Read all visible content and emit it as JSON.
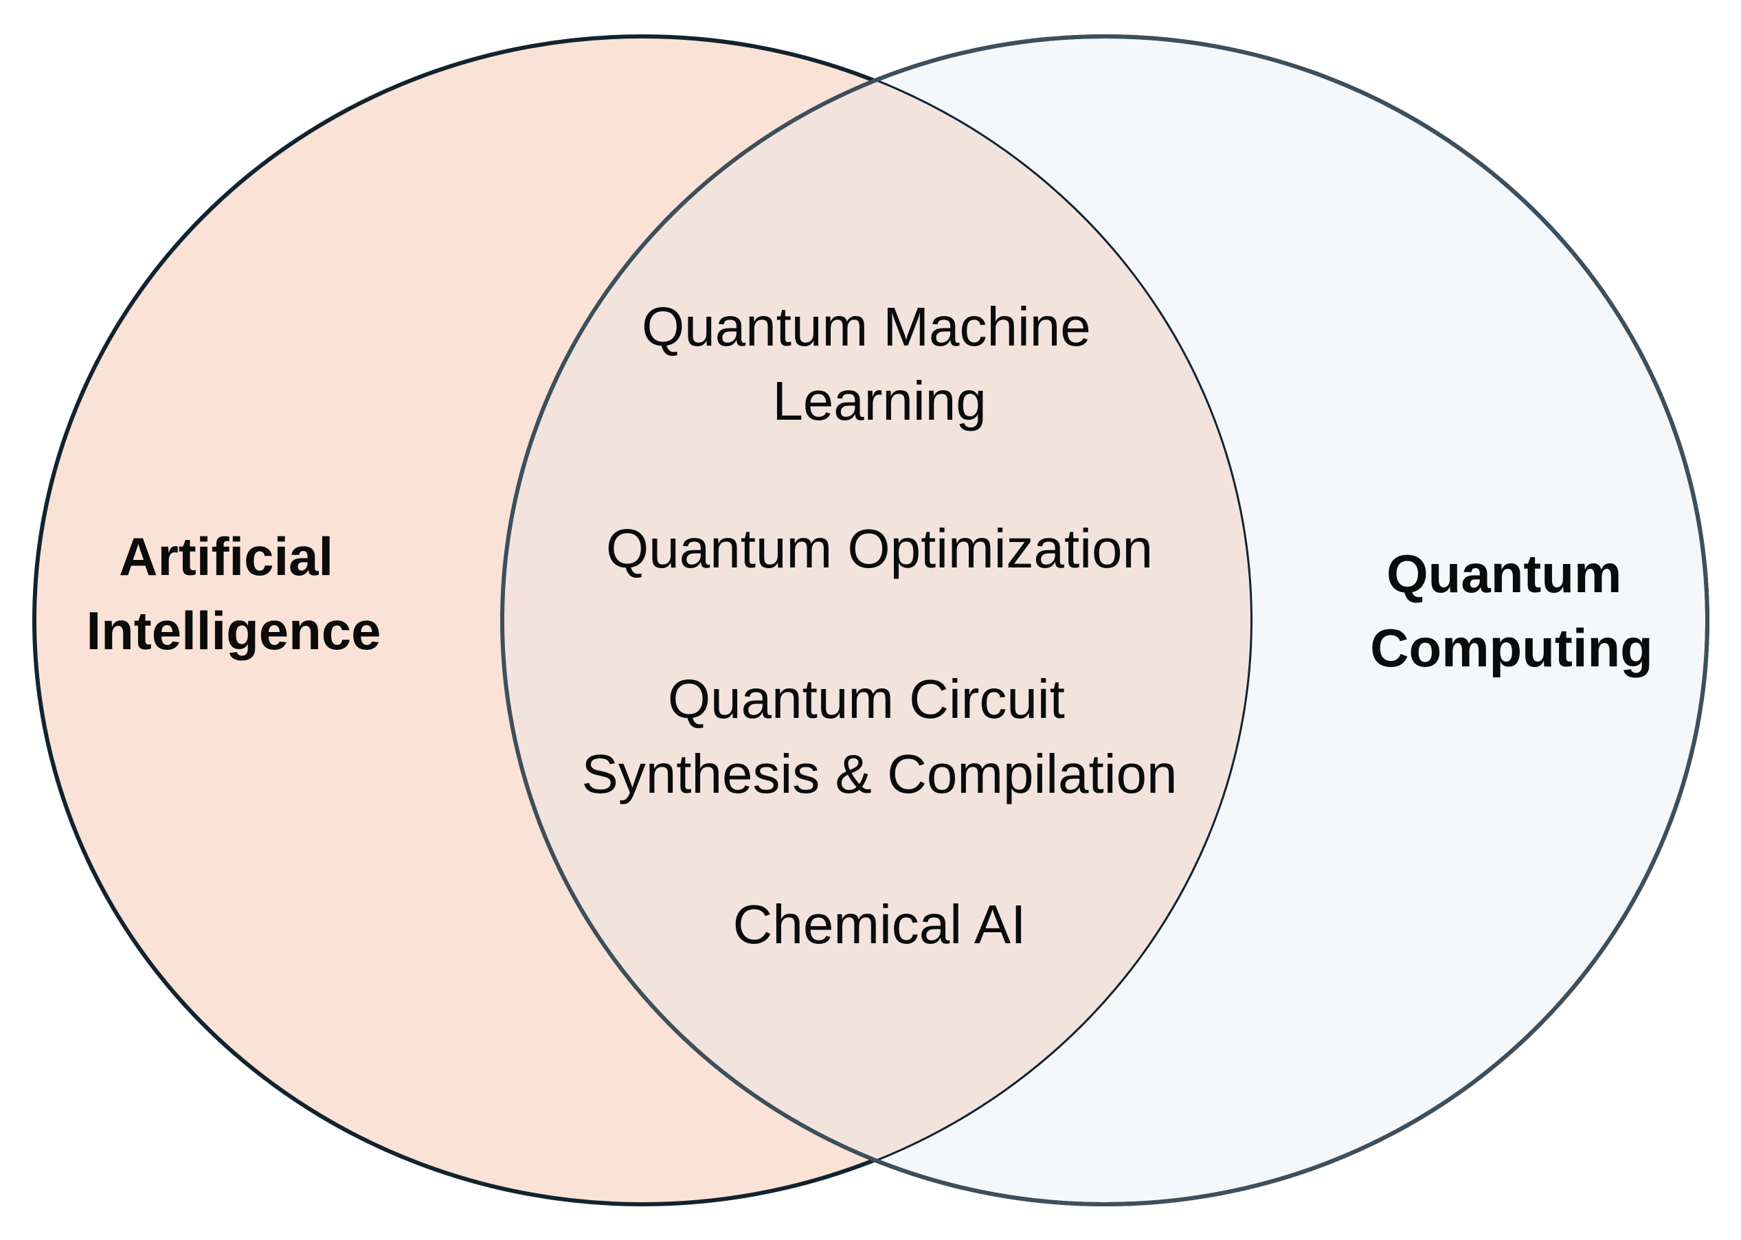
{
  "sets": [
    {
      "label_lines": [
        "Artificial",
        "Intelligence"
      ],
      "fill_color": "#fae3d6",
      "stroke_color": "#12232f"
    },
    {
      "label_lines": [
        "Quantum",
        "Computing"
      ],
      "fill_color": "#f4f8fb",
      "stroke_color": "#12232f"
    }
  ],
  "intersection": {
    "fill_color": "#f2e4dd",
    "items": [
      {
        "lines": [
          "Quantum Machine",
          "Learning"
        ]
      },
      {
        "lines": [
          "Quantum Optimization"
        ]
      },
      {
        "lines": [
          "Quantum Circuit",
          "Synthesis & Compilation"
        ]
      },
      {
        "lines": [
          "Chemical AI"
        ]
      }
    ]
  }
}
